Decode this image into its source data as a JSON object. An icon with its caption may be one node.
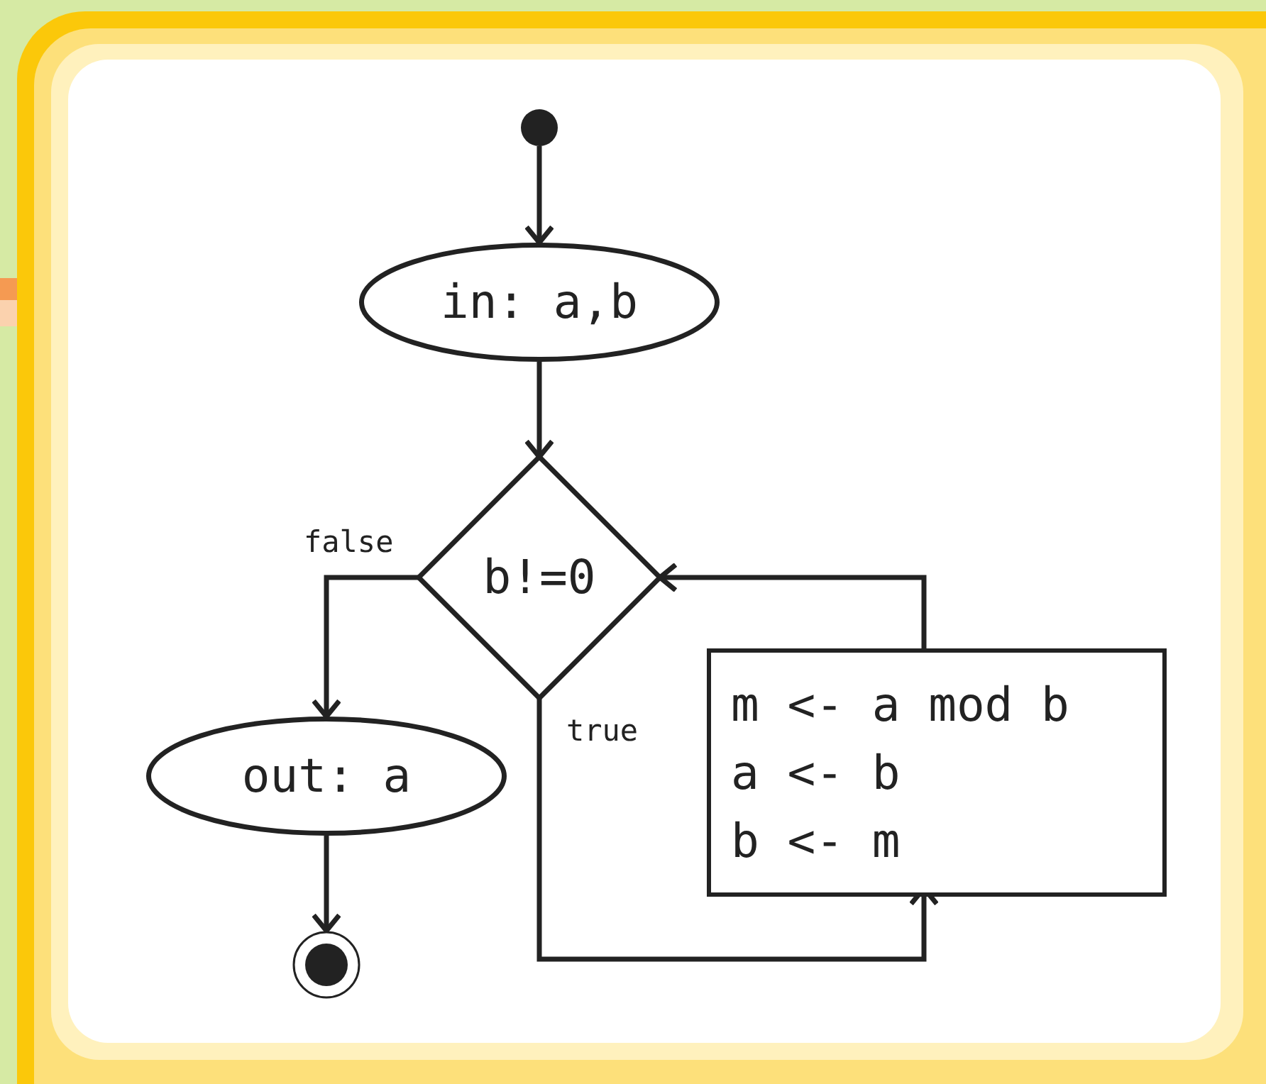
{
  "diagram": {
    "nodes": [
      {
        "text": [],
        "shape": "circle"
      },
      {
        "text": [
          "in: a,b"
        ]
      },
      {
        "text": [
          "b!=0"
        ]
      },
      {
        "text": [
          "out: a"
        ]
      },
      {
        "text": [
          "m <- a mod b",
          "a <- b",
          "b <- m"
        ]
      },
      {
        "text": [],
        "shape": "circle"
      }
    ],
    "edges": [
      {
        "from": 0,
        "to": 1,
        "arrow": "to"
      },
      {
        "from": 1,
        "to": 2,
        "arrow": "to"
      },
      {
        "from": 2,
        "to": 3,
        "arrow": "to",
        "label": "false"
      },
      {
        "from": 2,
        "to": 4,
        "arrow": "to",
        "label": "true"
      },
      {
        "from": 4,
        "to": 2,
        "arrow": "to"
      },
      {
        "from": 3,
        "to": 5,
        "arrow": "to"
      }
    ]
  }
}
